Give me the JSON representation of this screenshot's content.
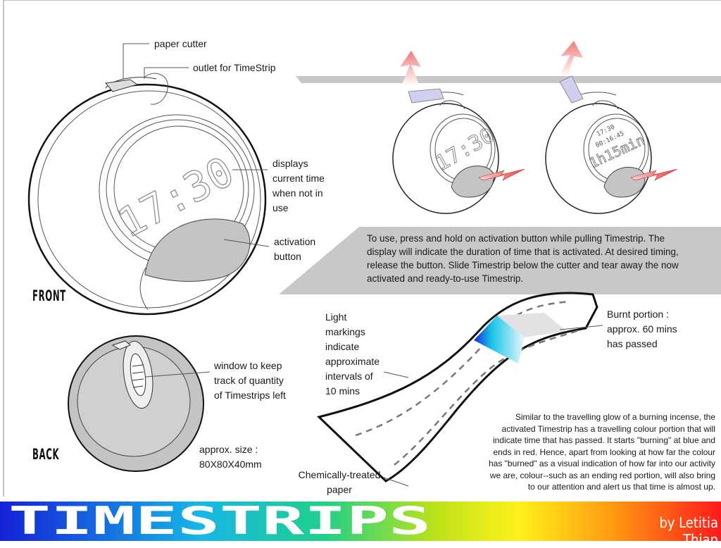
{
  "front": {
    "section_label": "FRONT",
    "display_time": "17:30",
    "callouts": {
      "paper_cutter": "paper cutter",
      "outlet": "outlet for TimeStrip",
      "display_lines": [
        "displays",
        "current time",
        "when not in",
        "use"
      ],
      "activation_lines": [
        "activation",
        "button"
      ]
    }
  },
  "back": {
    "section_label": "BACK",
    "window_lines": [
      "window to keep",
      "track of quantity",
      "of Timestrips left"
    ],
    "size_lines": [
      "approx. size :",
      "80X80X40mm"
    ]
  },
  "usage": {
    "view1_time": "17:30",
    "view2_top": "17:30",
    "view2_mid": "00:16:45",
    "view2_big": "1h15min",
    "instructions_lines": [
      "To use, press and hold on activation button while pulling Timestrip. The",
      "display will indicate the duration of time that is activated. At desired timing,",
      "release the button. Slide Timestrip below the cutter and tear away the now",
      "activated and ready-to-use Timestrip."
    ]
  },
  "strip": {
    "light_markings_lines": [
      "Light",
      "markings",
      "indicate",
      "approximate",
      "intervals of",
      "10 mins"
    ],
    "burnt_lines": [
      "Burnt portion :",
      "approx. 60 mins",
      "has passed"
    ],
    "paper_lines": [
      "Chemically-treated",
      "paper"
    ],
    "description_lines": [
      "Similar to the travelling glow of a burning incense, the",
      "activated Timestrip has a travelling colour portion that will",
      "indicate time that has passed. It starts \"burning\" at blue and",
      "ends in red. Hence, apart from looking at how far the colour",
      "has \"burned\" as a visual indication of how far into our activity",
      "we are, colour--such as an ending red portion, will also bring",
      "to our attention and alert us that time is almost up."
    ]
  },
  "footer": {
    "title": "TIMESTRIPS",
    "author": "by Letitia Thian"
  },
  "colors": {
    "banner_blue": "#1a2bd8",
    "banner_red": "#ff1a1a",
    "band_gray": "#c8c8c8",
    "button_gray": "#c4c4c4",
    "arrow_pink": "#f08a8a",
    "strip_blue": "#1e63e6"
  }
}
